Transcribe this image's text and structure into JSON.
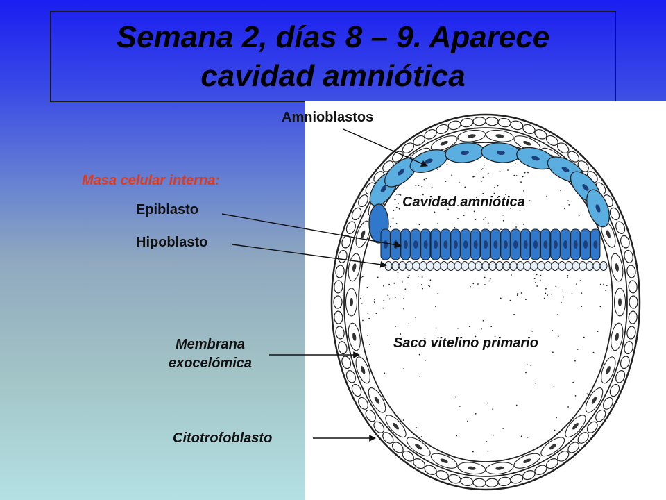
{
  "title": "Semana 2, días 8 – 9. Aparece\ncavidad amniótica",
  "labels": {
    "amnioblastos": "Amnioblastos",
    "masa_celular": "Masa celular interna:",
    "epiblasto": "Epiblasto",
    "hipoblasto": "Hipoblasto",
    "cavidad_amniotica": "Cavidad amniótica",
    "membrana_line1": "Membrana",
    "membrana_line2": "exocelómica",
    "saco_vitelino": "Saco vitelino primario",
    "citotrofoblasto": "Citotrofoblasto"
  },
  "colors": {
    "title_text": "#000000",
    "highlight_label": "#e03a1a",
    "amnioblast_fill": "#5aaee0",
    "epiblast_fill": "#2f78cc",
    "hypoblast_fill": "#e8f0fa",
    "cell_outline": "#222222",
    "nucleus": "#1d3f7a"
  }
}
